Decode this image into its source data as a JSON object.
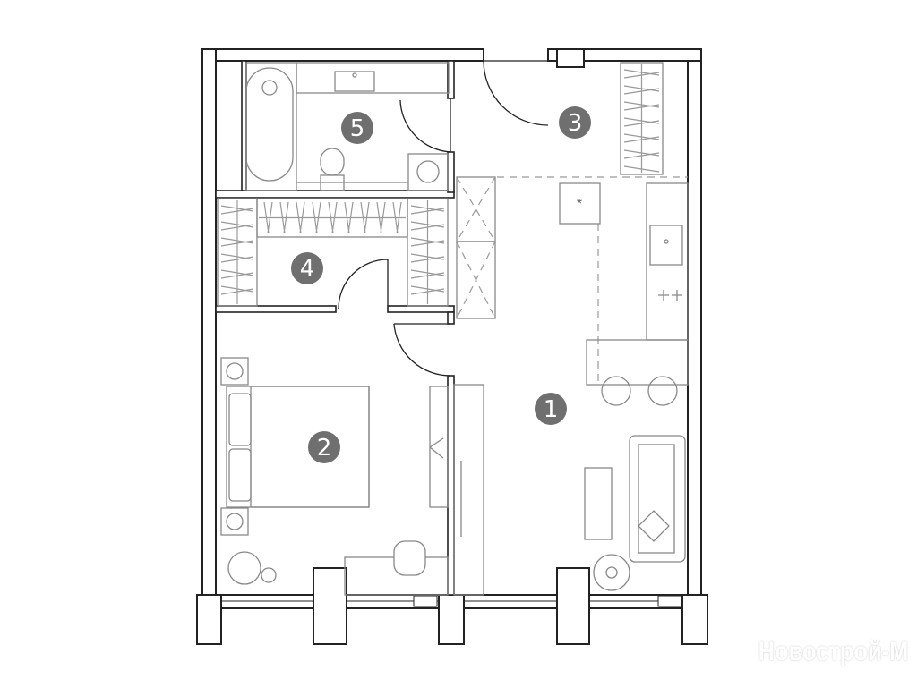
{
  "plan": {
    "rooms": [
      {
        "id": "room-1",
        "label": "1",
        "type": "living-kitchen"
      },
      {
        "id": "room-2",
        "label": "2",
        "type": "bedroom"
      },
      {
        "id": "room-3",
        "label": "3",
        "type": "hallway"
      },
      {
        "id": "room-4",
        "label": "4",
        "type": "walk-in-closet"
      },
      {
        "id": "room-5",
        "label": "5",
        "type": "bathroom"
      }
    ],
    "badge_color": "#6f6f6f",
    "wall_color": "#222222",
    "furniture_color": "#888888"
  },
  "watermark": "Новострой-М"
}
